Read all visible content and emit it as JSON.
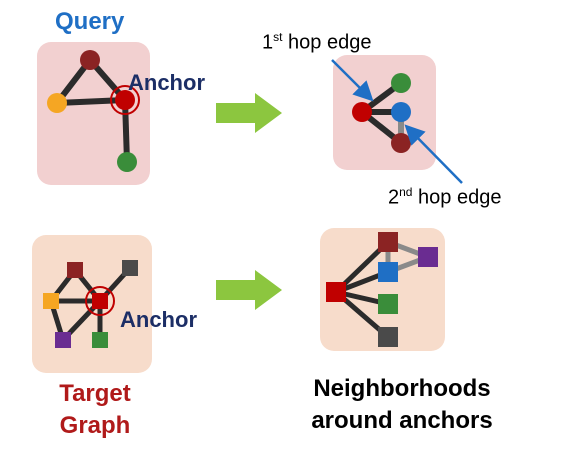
{
  "labels": {
    "query": "Query",
    "anchor_top": "Anchor",
    "anchor_bottom": "Anchor",
    "hop1_prefix": "1",
    "hop1_sup": "st",
    "hop1_suffix": " hop edge",
    "hop2_prefix": "2",
    "hop2_sup": "nd",
    "hop2_suffix": " hop edge",
    "target_line1": "Target",
    "target_line2": "Graph",
    "neigh_line1": "Neighborhoods",
    "neigh_line2": "around anchors"
  },
  "colors": {
    "panel_query": "#f2d0d0",
    "panel_target": "#f7dccb",
    "edge": "#2b2b2b",
    "edge_gray": "#8a8a8a",
    "arrow": "#8cc63f",
    "callout": "#1f6fc5",
    "dark_red": "#8b2323",
    "red": "#c00000",
    "orange": "#f5a623",
    "green": "#3a8d3a",
    "blue": "#1f6fc5",
    "purple": "#6a2c91",
    "dark_gray": "#4a4a4a",
    "anchor_ring": "#c00000"
  }
}
